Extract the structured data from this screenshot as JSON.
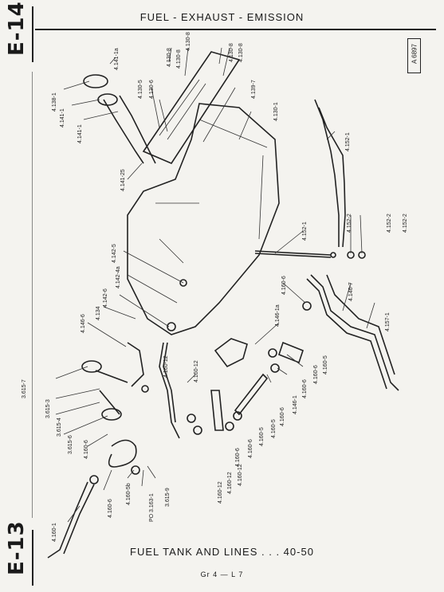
{
  "header": {
    "title": "FUEL - EXHAUST - EMISSION",
    "ref_code": "A 6897"
  },
  "side_markers": {
    "top": "E-14",
    "bottom": "E-13"
  },
  "caption": "FUEL TANK AND LINES . . . 40-50",
  "page_ref": "Gr 4 — L 7",
  "callouts": [
    "4.141-1a",
    "4.130-8",
    "4.130-8",
    "4.130-8",
    "4.130-8",
    "4.130-8",
    "4.138-1",
    "4.141-1",
    "4.141-1",
    "4.130-5",
    "4.130-6",
    "4.139-7",
    "4.130-1",
    "4.141-25",
    "4.152-1",
    "4.152-1",
    "4.152-2",
    "4.152-2",
    "4.152-2",
    "4.142-5",
    "4.142-4a",
    "4.142-6",
    "4.134",
    "4.146-6",
    "4.160-6",
    "4.146-1a",
    "4.146-7",
    "4.157-1",
    "3.615-7",
    "3.615-3",
    "3.615-4",
    "3.615-6",
    "4.160-6",
    "4.160-12",
    "4.160-12",
    "4.160-5",
    "4.160-6",
    "4.160-6",
    "4.146-1",
    "4.160-6",
    "4.160-5",
    "4.160-5",
    "4.160-6",
    "4.160-6",
    "4.160-12",
    "4.160-12",
    "4.160-12",
    "PO 3.163-1",
    "3.615-9",
    "4.160-5b",
    "4.160-6",
    "4.160-1"
  ]
}
